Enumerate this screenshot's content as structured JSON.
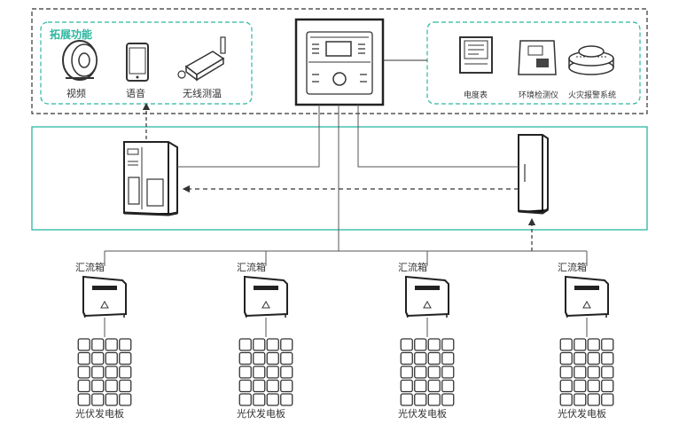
{
  "extension": {
    "title": "拓展功能",
    "items": [
      {
        "label": "视频",
        "icon": "camera-icon"
      },
      {
        "label": "语音",
        "icon": "phone-icon"
      },
      {
        "label": "无线测温",
        "icon": "wireless-sensor-icon"
      }
    ]
  },
  "monitoring": {
    "items": [
      {
        "label": "电度表",
        "icon": "energy-meter-icon"
      },
      {
        "label": "环境检测仪",
        "icon": "environment-monitor-icon"
      },
      {
        "label": "火灾报警系统",
        "icon": "smoke-detector-icon"
      }
    ]
  },
  "combiner_boxes": {
    "label": "汇流箱",
    "panel_label": "光伏发电板",
    "count": 4
  },
  "colors": {
    "accent": "#2bb7a0",
    "line": "#555555",
    "device": "#222222",
    "box_border": "#3a3a3a"
  }
}
